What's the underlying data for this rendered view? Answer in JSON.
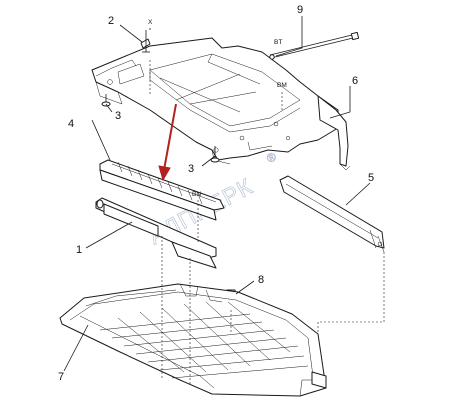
{
  "callouts": {
    "c1": "1",
    "c2": "2",
    "c3a": "3",
    "c3b": "3",
    "c4": "4",
    "c5": "5",
    "c6": "6",
    "c7": "7",
    "c8": "8",
    "c9": "9"
  },
  "refs": {
    "x": "X",
    "bt": "BT",
    "bm": "BM",
    "bn": "BN"
  },
  "watermark": {
    "text": "АЛПРЕРК",
    "mark": "®"
  },
  "colors": {
    "arrow": "#b3211f",
    "line": "#1a1a1a",
    "watermark": "#b9c4d6"
  }
}
